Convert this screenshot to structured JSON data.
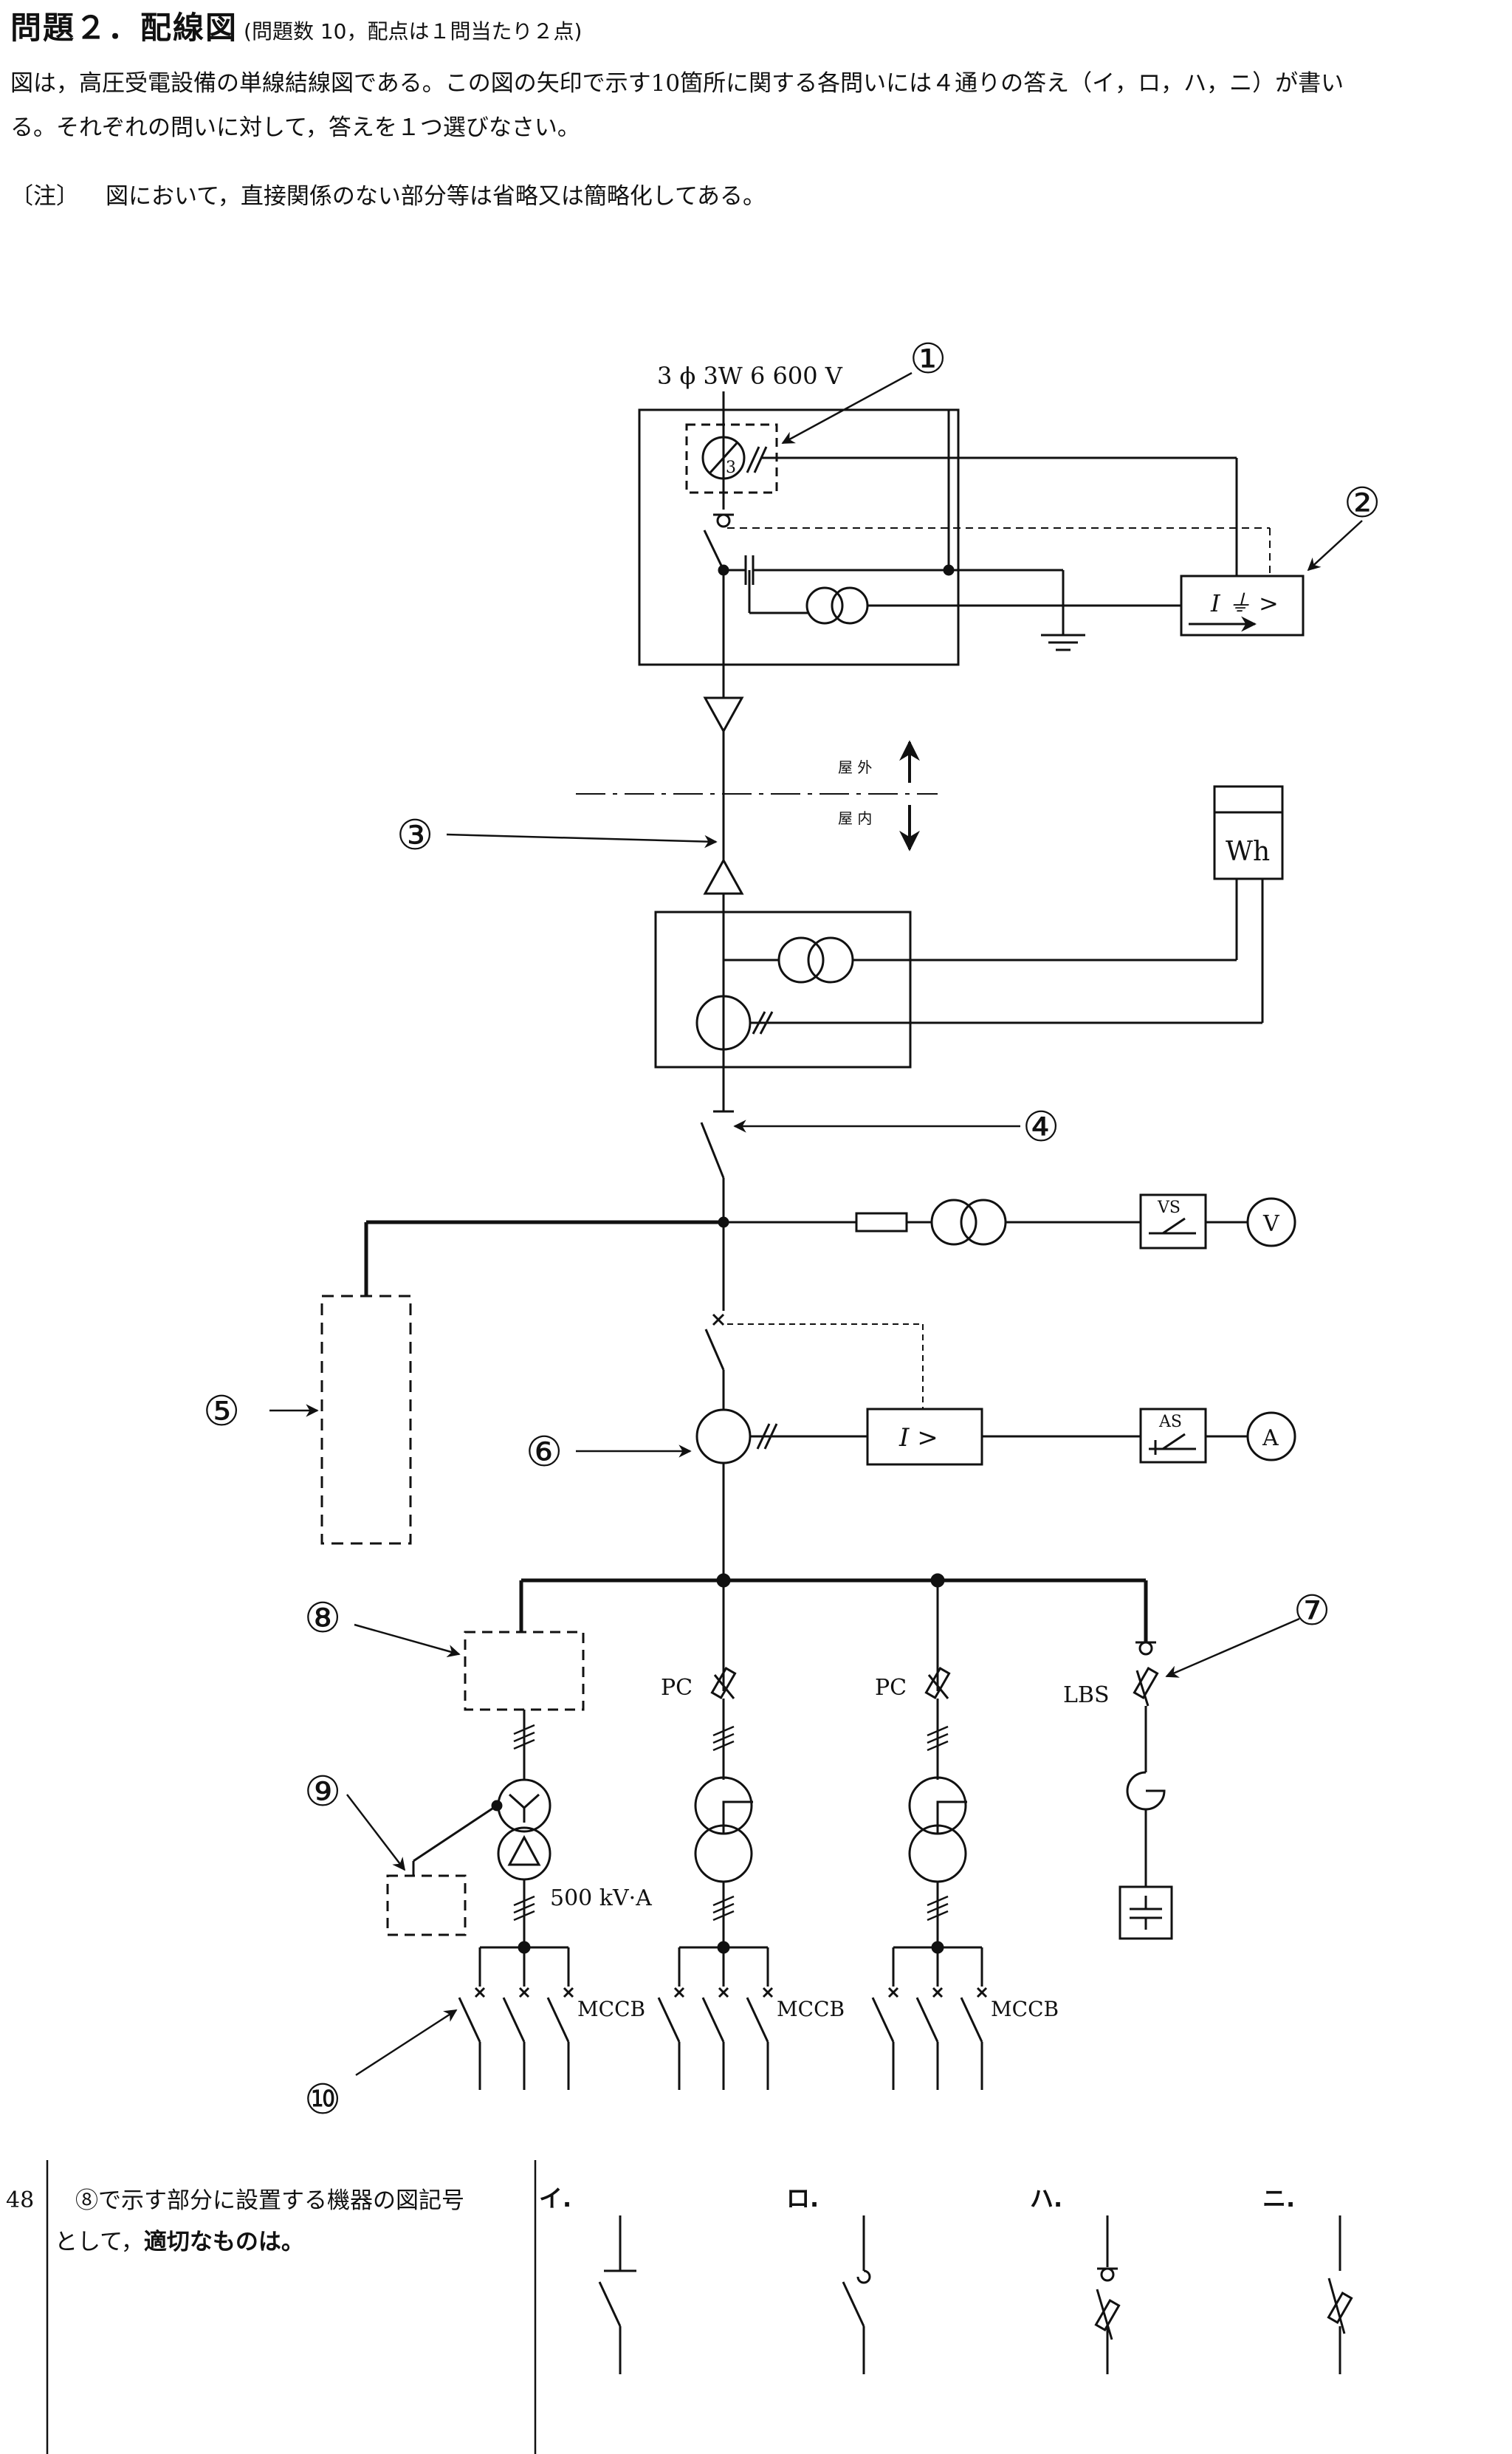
{
  "header": {
    "title_main": "問題２．配線図",
    "title_sub": "(問題数 10，配点は１問当たり２点)"
  },
  "intro": {
    "line1": "図は，高圧受電設備の単線結線図である。この図の矢印で示す10箇所に関する各問いには４通りの答え（イ，ロ，ハ，ニ）が書い",
    "line2": "る。それぞれの問いに対して，答えを１つ選びなさい。",
    "note_tag": "〔注〕",
    "note_text": "図において，直接関係のない部分等は省略又は簡略化してある。"
  },
  "diagram": {
    "supply_label": "3 ϕ 3W  6 600 V",
    "outdoor_label": "屋 外",
    "indoor_label": "屋 内",
    "ct_small": "3",
    "wh_label": "Wh",
    "vs_label": "VS",
    "v_label": "V",
    "as_label": "AS",
    "a_label": "A",
    "ocr_label": "I >",
    "gr_label": "I ⏚ >",
    "pc_label_1": "PC",
    "pc_label_2": "PC",
    "lbs_label": "LBS",
    "kva_label": "500 kV·A",
    "mccb_label_1": "MCCB",
    "mccb_label_2": "MCCB",
    "mccb_label_3": "MCCB",
    "markers": [
      "①",
      "②",
      "③",
      "④",
      "⑤",
      "⑥",
      "⑦",
      "⑧",
      "⑨",
      "⑩"
    ]
  },
  "question": {
    "number": "48",
    "text_1": "⑧で示す部分に設置する機器の図記号",
    "text_2a": "として，",
    "text_2b": "適切なものは。",
    "options": [
      "イ.",
      "ロ.",
      "ハ.",
      "ニ."
    ]
  }
}
